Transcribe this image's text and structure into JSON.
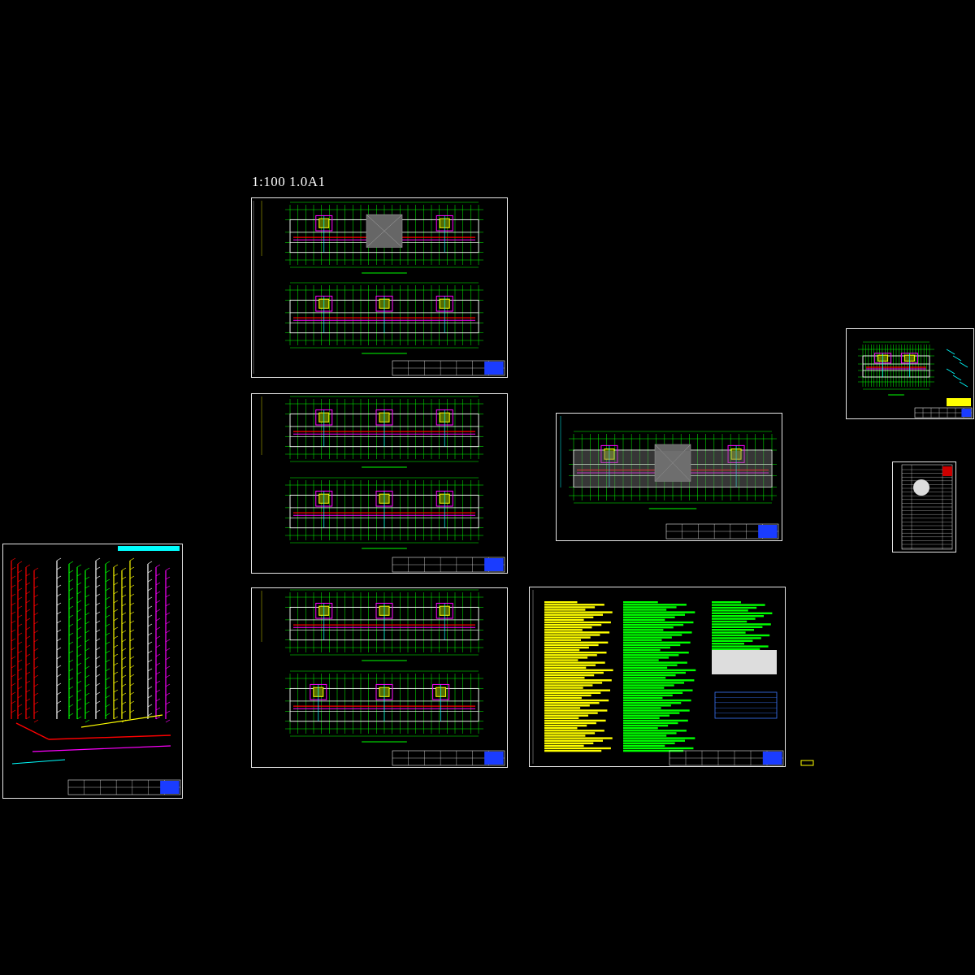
{
  "scale_text": "1:100   1.0A1",
  "colors": {
    "background": "#000000",
    "frame": "#e6e6e6",
    "grid": "#00ff00",
    "walls": "#ffffff",
    "pipe_red": "#ff0000",
    "pipe_magenta": "#ff00ff",
    "pipe_yellow": "#ffff00",
    "pipe_cyan": "#00ffff",
    "pipe_blue": "#3c78ff"
  },
  "sheets": [
    {
      "id": "riser-diagram",
      "icon": "riser-diagram-icon"
    },
    {
      "id": "floor-plans-upper",
      "icon": "floor-plan-icon"
    },
    {
      "id": "floor-plans-middle",
      "icon": "floor-plan-icon"
    },
    {
      "id": "floor-plans-lower",
      "icon": "floor-plan-icon"
    },
    {
      "id": "roof-plan",
      "icon": "floor-plan-icon"
    },
    {
      "id": "design-notes",
      "icon": "text-notes-icon"
    },
    {
      "id": "small-plan",
      "icon": "floor-plan-icon"
    },
    {
      "id": "drawing-index",
      "icon": "table-icon"
    }
  ]
}
